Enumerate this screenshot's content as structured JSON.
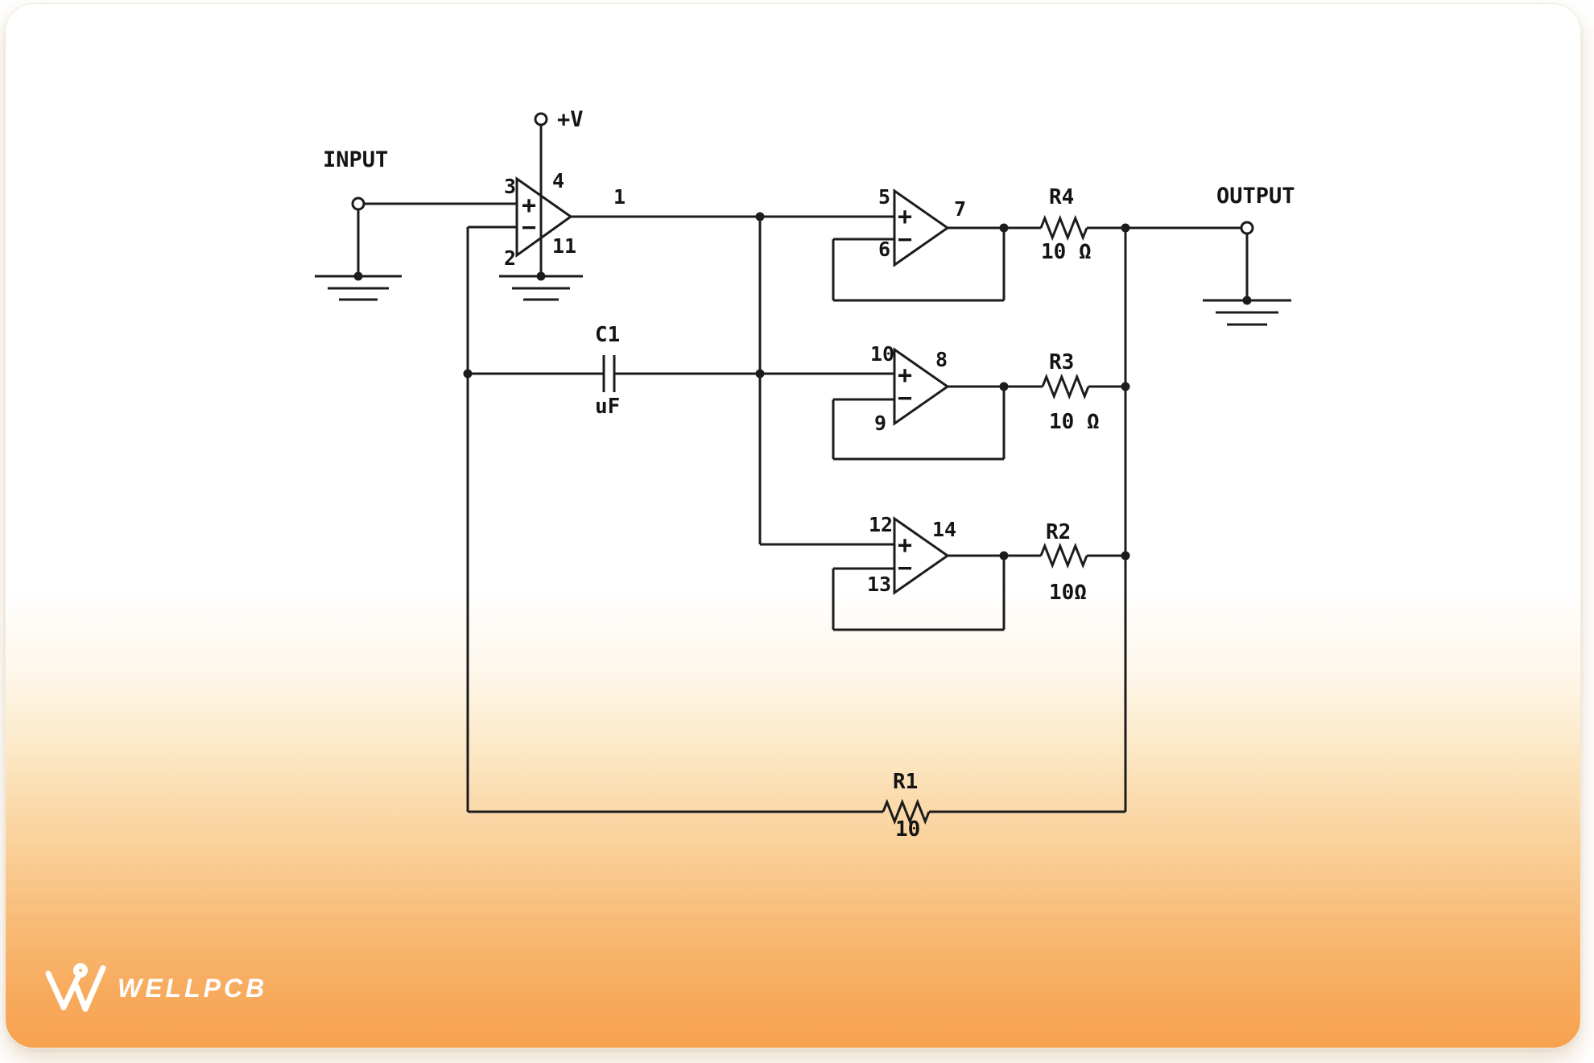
{
  "brand": {
    "logo_text": "WELLPCB"
  },
  "colors": {
    "accent_orange": "#f7a24f",
    "line": "#1c1c1c"
  },
  "schematic": {
    "terminals": {
      "input": "INPUT",
      "output": "OUTPUT",
      "supply": "+V"
    },
    "net_labels": {
      "opamp_output": "1"
    },
    "main_opamp": {
      "pin_noninverting": "3",
      "pin_inverting": "2",
      "pin_vcc": "4",
      "pin_vee": "11",
      "plus": "+",
      "minus": "−"
    },
    "buffers": [
      {
        "pin_in": "5",
        "pin_fb": "6",
        "pin_out": "7",
        "plus": "+",
        "minus": "−"
      },
      {
        "pin_in": "10",
        "pin_fb": "9",
        "pin_out": "8",
        "plus": "+",
        "minus": "−"
      },
      {
        "pin_in": "12",
        "pin_fb": "13",
        "pin_out": "14",
        "plus": "+",
        "minus": "−"
      }
    ],
    "capacitor": {
      "ref": "C1",
      "value": "uF"
    },
    "resistors": [
      {
        "ref": "R4",
        "value": "10 Ω"
      },
      {
        "ref": "R3",
        "value": "10 Ω"
      },
      {
        "ref": "R2",
        "value": "10Ω"
      },
      {
        "ref": "R1",
        "value": "10"
      }
    ]
  }
}
